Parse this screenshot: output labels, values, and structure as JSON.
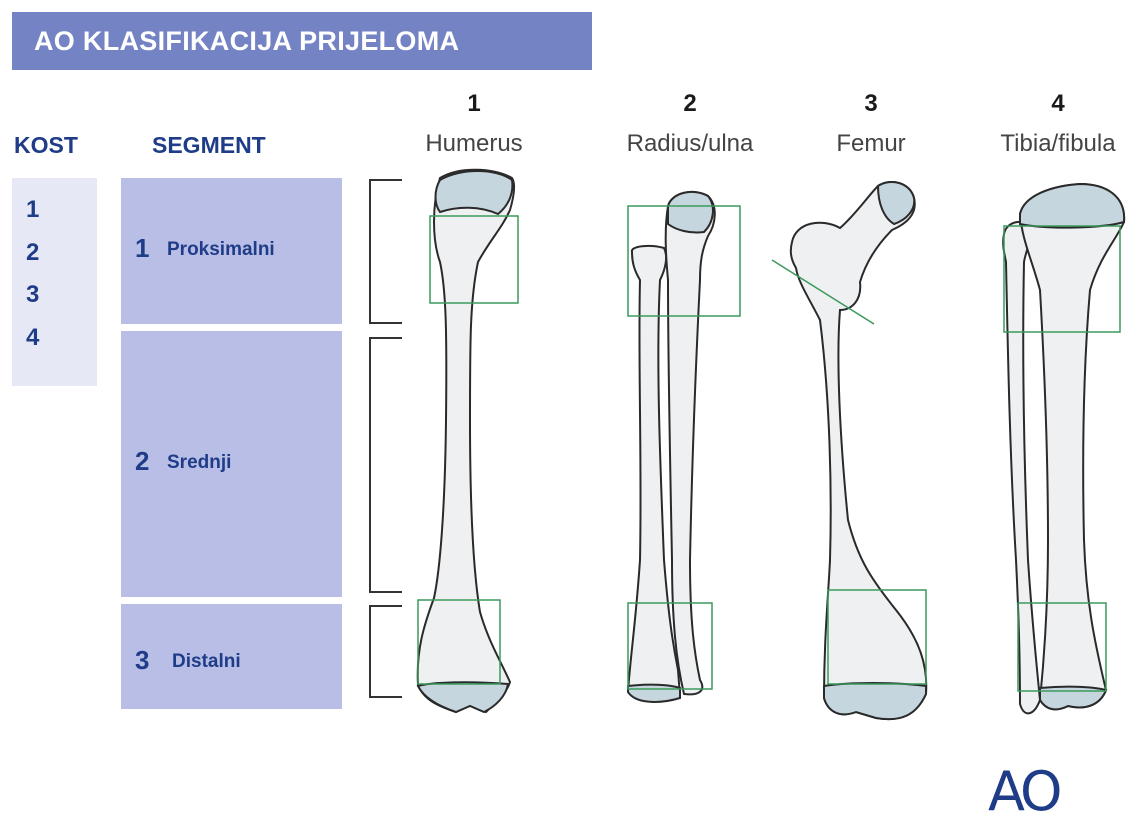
{
  "title": "AO KLASIFIKACIJA PRIJELOMA",
  "headers": {
    "kost": "KOST",
    "segment": "SEGMENT"
  },
  "kost_numbers": [
    "1",
    "2",
    "3",
    "4"
  ],
  "segments": [
    {
      "number": "1",
      "label": "Proksimalni"
    },
    {
      "number": "2",
      "label": "Srednji"
    },
    {
      "number": "3",
      "label": "Distalni"
    }
  ],
  "bones": [
    {
      "number": "1",
      "name": "Humerus",
      "icon": "humerus-bone-icon"
    },
    {
      "number": "2",
      "name": "Radius/ulna",
      "icon": "radius-ulna-bone-icon"
    },
    {
      "number": "3",
      "name": "Femur",
      "icon": "femur-bone-icon"
    },
    {
      "number": "4",
      "name": "Tibia/fibula",
      "icon": "tibia-fibula-bone-icon"
    }
  ],
  "logo": "AO",
  "colors": {
    "title_bar": "#7483c4",
    "segment_box": "#b8bee5",
    "kost_panel": "#e6e8f5",
    "heading_text": "#1f3c88",
    "segment_frame": "#3a9a5c",
    "bone_fill": "#eef0f1",
    "bone_cartilage": "#c6d6de"
  }
}
